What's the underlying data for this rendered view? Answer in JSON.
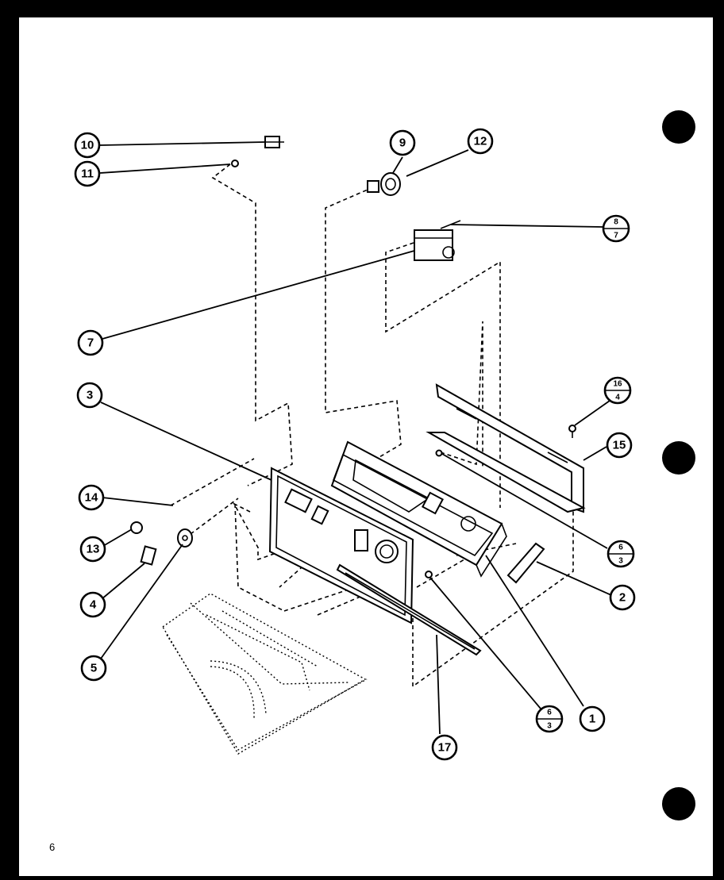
{
  "page_number": "6",
  "callouts": [
    {
      "id": "c10",
      "label": "10"
    },
    {
      "id": "c11",
      "label": "11"
    },
    {
      "id": "c9",
      "label": "9"
    },
    {
      "id": "c12",
      "label": "12"
    },
    {
      "id": "c8",
      "top": "8",
      "bottom": "7"
    },
    {
      "id": "c7",
      "label": "7"
    },
    {
      "id": "c3",
      "label": "3"
    },
    {
      "id": "c16",
      "top": "16",
      "bottom": "4"
    },
    {
      "id": "c15",
      "label": "15"
    },
    {
      "id": "c14",
      "label": "14"
    },
    {
      "id": "c13",
      "label": "13"
    },
    {
      "id": "c4",
      "label": "4"
    },
    {
      "id": "c5",
      "label": "5"
    },
    {
      "id": "c6a",
      "top": "6",
      "bottom": "3"
    },
    {
      "id": "c2",
      "label": "2"
    },
    {
      "id": "c6b",
      "top": "6",
      "bottom": "3"
    },
    {
      "id": "c1",
      "label": "1"
    },
    {
      "id": "c17",
      "label": "17"
    }
  ]
}
